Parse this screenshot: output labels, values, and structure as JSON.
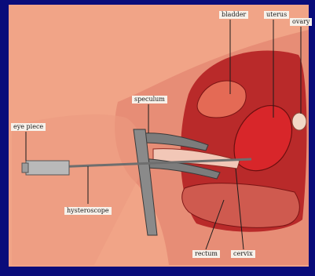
{
  "labels": {
    "bladder": "bladder",
    "uterus": "uterus",
    "ovary": "ovary",
    "speculum": "speculum",
    "eye_piece": "eye piece",
    "hysteroscope": "hysteroscope",
    "rectum": "rectum",
    "cervix": "cervix"
  },
  "colors": {
    "frame": "#0a0c7a",
    "background": "#f1a487",
    "tissue": "#c8302f",
    "instrument": "#6e6e6e",
    "label_box": "#f7f1ea"
  }
}
